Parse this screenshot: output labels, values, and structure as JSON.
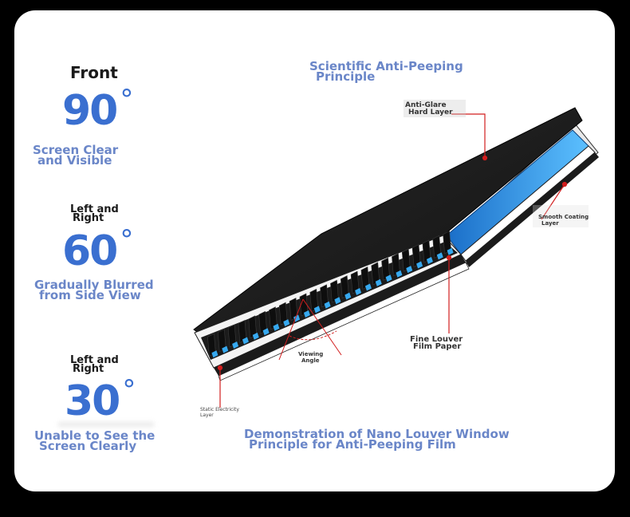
{
  "colors": {
    "accent_blue": "#3a6fd0",
    "label_blue": "#6a86c8",
    "annotation_red": "#d21e1e",
    "panel_black": "#1b1b1b",
    "layer_blue": "#2f9be6"
  },
  "left_column": {
    "front_label": "Front",
    "angle_90": "90",
    "angle_90_caption": [
      "Screen Clear",
      "and Visible"
    ],
    "side_label_1": [
      "Left and",
      "Right"
    ],
    "angle_60": "60",
    "angle_60_caption": [
      "Gradually Blurred",
      "from Side View"
    ],
    "side_label_2": [
      "Left and",
      "Right"
    ],
    "angle_30": "30",
    "angle_30_caption": [
      "Unable to See the",
      "Screen Clearly"
    ],
    "degree_symbol": "°"
  },
  "diagram": {
    "title": [
      "Scientific Anti-Peeping",
      "Principle"
    ],
    "labels": {
      "anti_glare": [
        "Anti-Glare",
        "Hard Layer"
      ],
      "smooth_coating": [
        "Smooth Coating",
        "Layer"
      ],
      "fine_louver": [
        "Fine Louver",
        "Film Paper"
      ],
      "viewing_angle": [
        "Viewing",
        "Angle"
      ],
      "static_layer": [
        "Static Electricity",
        "Layer"
      ]
    },
    "caption": [
      "Demonstration of Nano Louver Window",
      "Principle for Anti-Peeping Film"
    ]
  }
}
